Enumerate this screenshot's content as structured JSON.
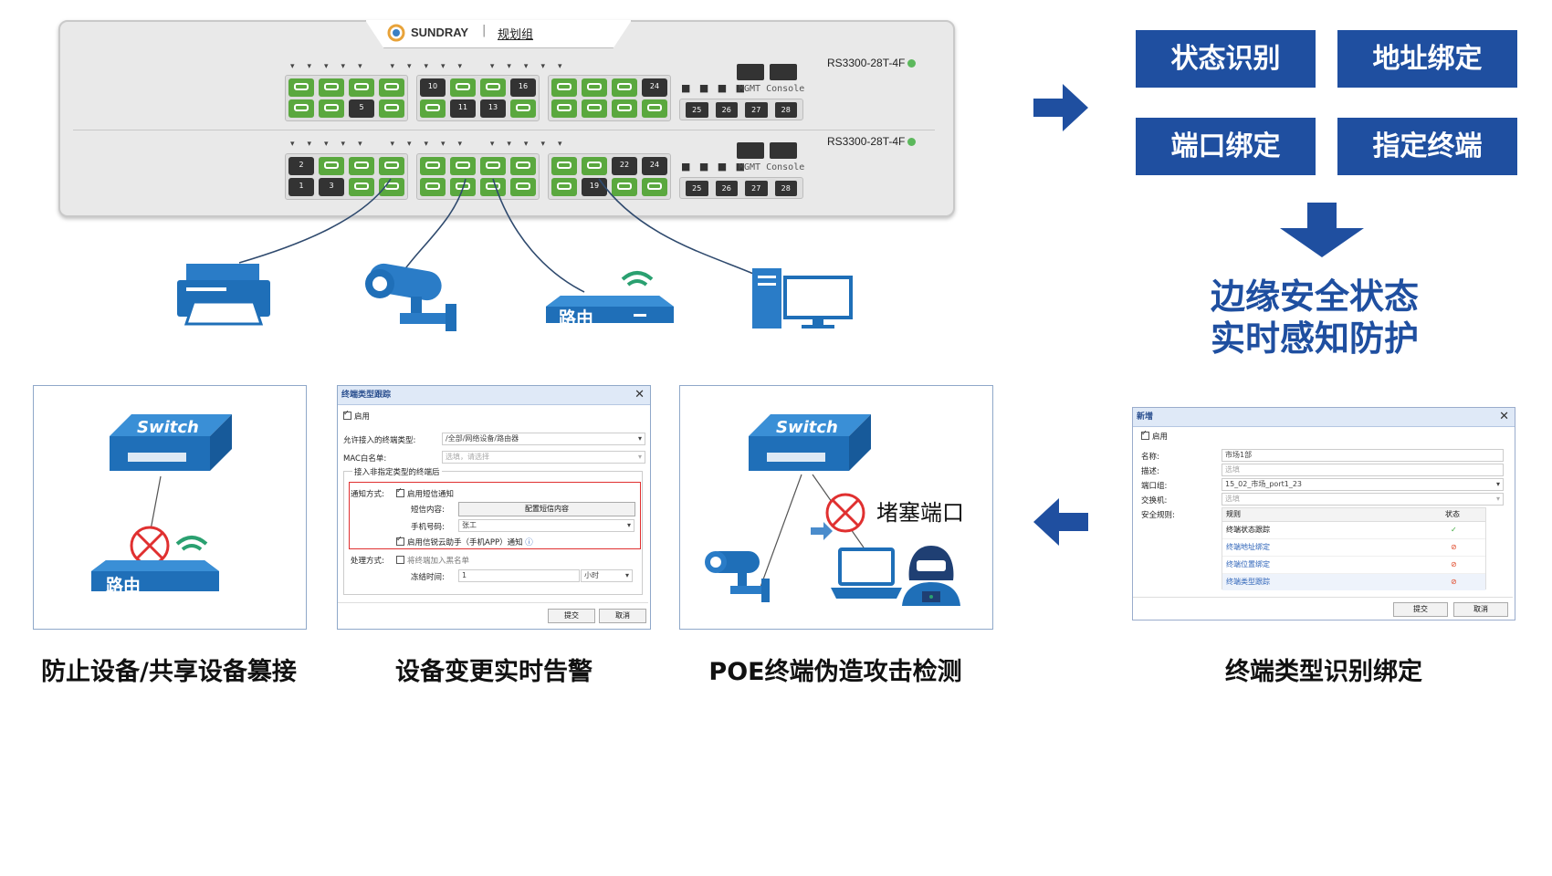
{
  "switch": {
    "brand": "SUNDRAY",
    "tab_link": "规划组",
    "units": [
      {
        "model": "RS3300-28T-4F",
        "port_numbers": [
          "5",
          "10",
          "11",
          "13",
          "16",
          "24",
          "25",
          "26",
          "27",
          "28"
        ]
      },
      {
        "model": "RS3300-28T-4F",
        "port_numbers": [
          "2",
          "1",
          "3",
          "22",
          "19",
          "24",
          "25",
          "26",
          "27",
          "28"
        ]
      }
    ],
    "mgmt_label": "MGMT Console"
  },
  "devices": {
    "router_label": "路由"
  },
  "feature_boxes": [
    "状态识别",
    "地址绑定",
    "端口绑定",
    "指定终端"
  ],
  "headline": {
    "line1": "边缘安全状态",
    "line2": "实时感知防护"
  },
  "captions": [
    "防止设备/共享设备篡接",
    "设备变更实时告警",
    "POE终端伪造攻击检测",
    "终端类型识别绑定"
  ],
  "card1": {
    "switch_text": "Switch",
    "router_text": "路由"
  },
  "card2": {
    "title": "终端类型跟踪",
    "enable": "启用",
    "allowed_type_label": "允许接入的终端类型:",
    "allowed_type_value": "/全部/网络设备/路由器",
    "mac_label": "MAC白名单:",
    "mac_placeholder": "选填，请选择",
    "section_label": "接入非指定类型的终端后",
    "notify_label": "通知方式:",
    "sms_enable": "启用短信通知",
    "sms_content_label": "短信内容:",
    "sms_content_button": "配置短信内容",
    "phone_label": "手机号码:",
    "phone_value": "张工",
    "app_enable": "启用信锐云助手（手机APP）通知",
    "handle_label": "处理方式:",
    "blacklist": "将终端加入黑名单",
    "freeze_label": "冻结时间:",
    "freeze_value": "1",
    "freeze_unit": "小时",
    "submit": "提交",
    "cancel": "取消"
  },
  "card3": {
    "switch_text": "Switch",
    "blocked_label": "堵塞端口"
  },
  "card4": {
    "title": "新增",
    "enable": "启用",
    "name_label": "名称:",
    "name_value": "市场1部",
    "desc_label": "描述:",
    "desc_placeholder": "选填",
    "port_group_label": "端口组:",
    "port_group_value": "15_02_市场_port1_23",
    "switch_label": "交换机:",
    "switch_placeholder": "选填",
    "rules_label": "安全规则:",
    "col_rule": "规则",
    "col_status": "状态",
    "rules": [
      {
        "name": "终端状态跟踪",
        "status": "ok"
      },
      {
        "name": "终端地址绑定",
        "status": "off"
      },
      {
        "name": "终端位置绑定",
        "status": "off"
      },
      {
        "name": "终端类型跟踪",
        "status": "off"
      }
    ],
    "submit": "提交",
    "cancel": "取消"
  },
  "colors": {
    "brand_blue": "#1f4fa0",
    "port_green": "#5aa83e",
    "device_blue": "#1f6fb8",
    "alert_red": "#e03030"
  }
}
